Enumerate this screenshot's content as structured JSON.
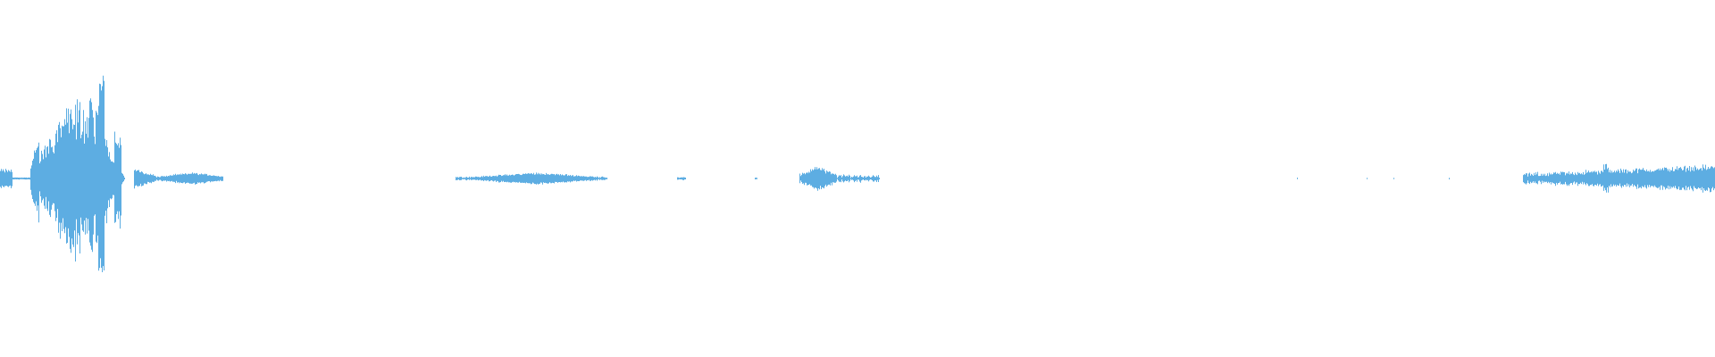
{
  "waveform": {
    "color": "#5dade2",
    "background": "#ffffff",
    "duration_fraction_active": [
      {
        "start": 0.0,
        "end": 0.012,
        "amp": 0.06
      },
      {
        "start": 0.018,
        "end": 0.09,
        "amp": 0.62
      },
      {
        "start": 0.09,
        "end": 0.13,
        "amp": 0.05
      },
      {
        "start": 0.265,
        "end": 0.355,
        "amp": 0.04
      },
      {
        "start": 0.395,
        "end": 0.4,
        "amp": 0.01
      },
      {
        "start": 0.465,
        "end": 0.51,
        "amp": 0.07
      },
      {
        "start": 0.888,
        "end": 1.0,
        "amp": 0.08
      }
    ]
  }
}
